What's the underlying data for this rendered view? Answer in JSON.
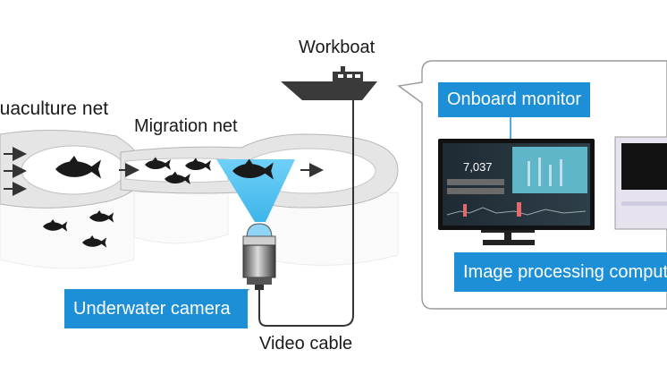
{
  "labels": {
    "aquaculture_net": "quaculture net",
    "migration_net": "Migration net",
    "workboat": "Workboat",
    "video_cable": "Video cable",
    "underwater_camera": "Underwater camera",
    "onboard_monitor": "Onboard monitor",
    "image_processing_computer": "Image processing compute"
  },
  "monitor": {
    "count_display": "7,037"
  },
  "colors": {
    "accent_blue": "#1d8fd6",
    "light_blue": "#5ac8f5",
    "net_gray": "#e6e6e6",
    "outline": "#555555"
  },
  "icons": [
    "fish-icon",
    "boat-icon",
    "camera-icon",
    "monitor-icon",
    "computer-icon",
    "arrow-icon"
  ]
}
